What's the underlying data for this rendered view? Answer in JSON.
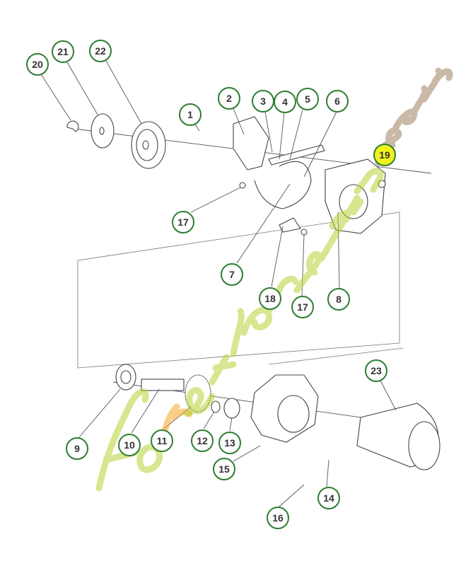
{
  "callouts": [
    {
      "label": "20"
    },
    {
      "label": "21"
    },
    {
      "label": "22"
    },
    {
      "label": "1"
    },
    {
      "label": "2"
    },
    {
      "label": "3"
    },
    {
      "label": "4"
    },
    {
      "label": "5"
    },
    {
      "label": "6"
    },
    {
      "label": "19",
      "highlighted": true
    },
    {
      "label": "17"
    },
    {
      "label": "7"
    },
    {
      "label": "18"
    },
    {
      "label": "17"
    },
    {
      "label": "8"
    },
    {
      "label": "23"
    },
    {
      "label": "9"
    },
    {
      "label": "10"
    },
    {
      "label": "11"
    },
    {
      "label": "12"
    },
    {
      "label": "13"
    },
    {
      "label": "15"
    },
    {
      "label": "14"
    },
    {
      "label": "16"
    }
  ],
  "watermark": {
    "text": "foretjardin.com",
    "colors": {
      "green": "#b5d334",
      "orange": "#f5a623",
      "brown": "#a08060"
    }
  },
  "colors": {
    "callout_border": "#2e7d32",
    "highlight": "#f2f21e"
  }
}
